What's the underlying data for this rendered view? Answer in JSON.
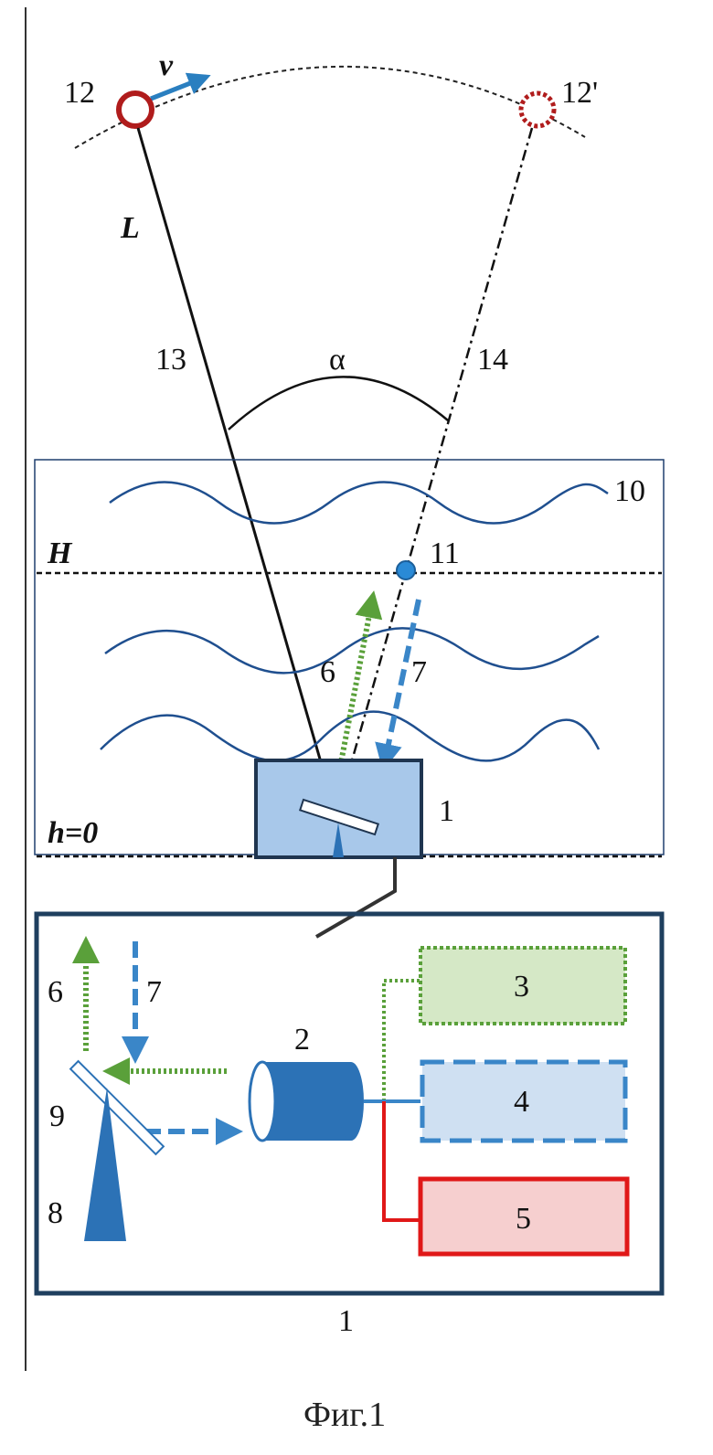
{
  "labels": {
    "satellite": "12",
    "satellite_prime": "12'",
    "velocity": "v",
    "distance": "L",
    "ray_13": "13",
    "ray_14": "14",
    "angle": "α",
    "medium": "10",
    "point": "11",
    "level_top": "H",
    "level_bottom": "h=0",
    "beam_up": "6",
    "beam_down": "7",
    "device": "1",
    "receiver": "2",
    "block_3": "3",
    "block_4": "4",
    "block_5": "5",
    "detail_beam_up": "6",
    "detail_beam_down": "7",
    "stand": "8",
    "mirror": "9",
    "detail_device": "1"
  },
  "caption": "Фиг.1",
  "colors": {
    "line": "#111111",
    "satellite_red": "#b01c1c",
    "velocity_blue": "#2a7fc0",
    "wave_blue": "#1f4f8f",
    "frame_blue": "#1f3f6f",
    "box_fill": "#a8c8ea",
    "box_stroke": "#1f3550",
    "green_beam": "#5aa03a",
    "blue_beam": "#3a86c8",
    "block3_fill": "#d5e8c6",
    "block4_fill": "#cfe0f2",
    "block5_fill": "#f6cfcf",
    "block5_stroke": "#e01818",
    "device_blue": "#2c72b6"
  }
}
